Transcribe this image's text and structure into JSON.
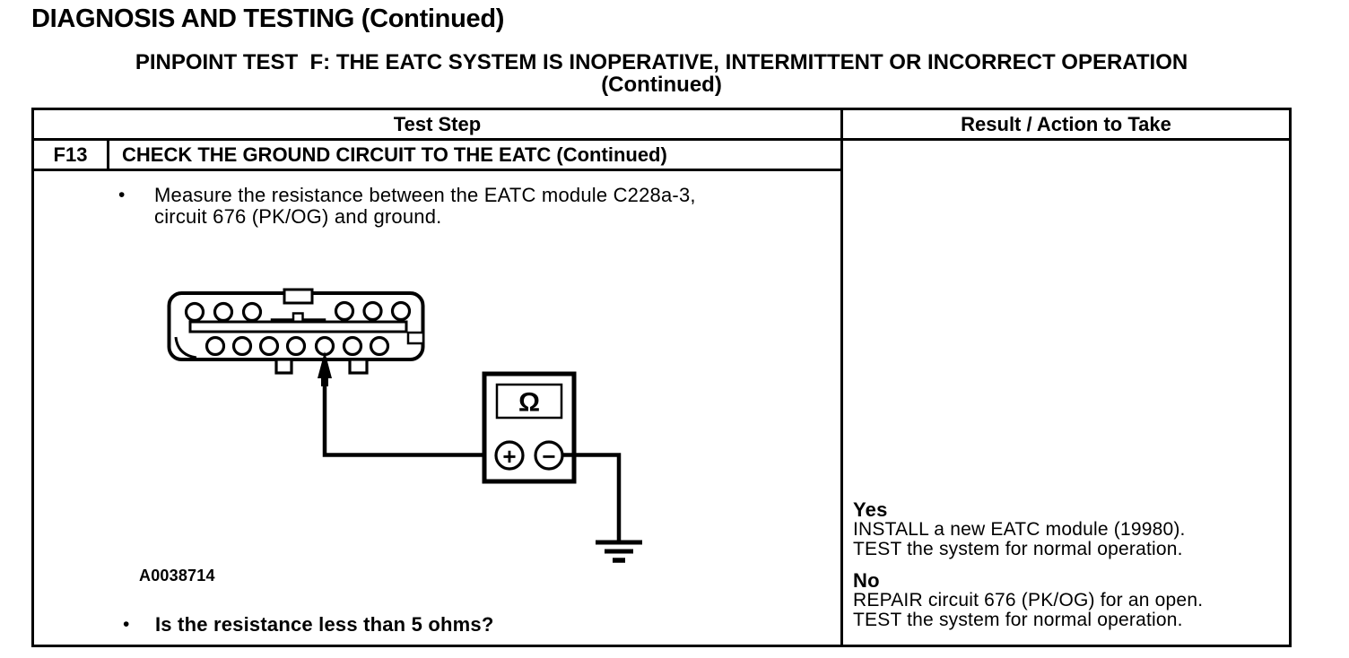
{
  "page": {
    "title": "DIAGNOSIS AND TESTING (Continued)",
    "subtitle_line1": "PINPOINT TEST  F: THE EATC SYSTEM IS INOPERATIVE, INTERMITTENT OR INCORRECT OPERATION",
    "subtitle_line2": "(Continued)"
  },
  "table": {
    "headers": {
      "test_step": "Test Step",
      "result": "Result / Action to Take"
    },
    "step": {
      "id": "F13",
      "title": "CHECK THE GROUND CIRCUIT TO THE EATC (Continued)",
      "bullet": "•",
      "instruction_lines": [
        "Measure the resistance between the EATC module C228a-3,",
        "circuit 676 (PK/OG) and ground."
      ],
      "figure_id": "A0038714",
      "question": "Is the resistance less than 5 ohms?"
    },
    "result": {
      "yes_label": "Yes",
      "yes_lines": [
        "INSTALL a new EATC module (19980).",
        "TEST the system for normal operation."
      ],
      "no_label": "No",
      "no_lines": [
        "REPAIR circuit 676 (PK/OG) for an open.",
        "TEST the system for normal operation."
      ]
    }
  },
  "diagram": {
    "ohm_symbol": "Ω",
    "plus": "+",
    "minus": "−",
    "colors": {
      "ink": "#000000",
      "paper": "#ffffff"
    }
  }
}
